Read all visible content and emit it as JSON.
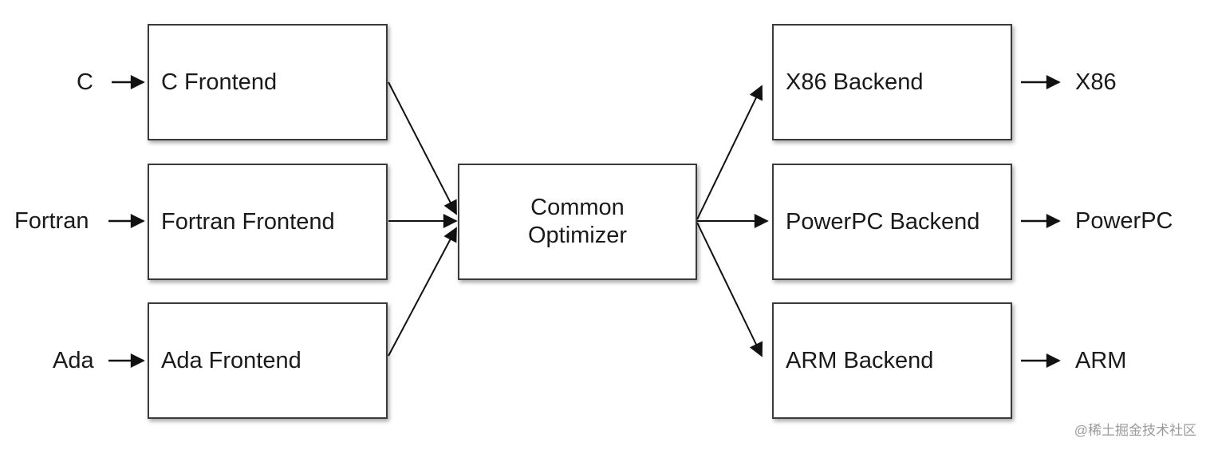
{
  "diagram": {
    "inputs": [
      "C",
      "Fortran",
      "Ada"
    ],
    "frontends": [
      "C Frontend",
      "Fortran Frontend",
      "Ada Frontend"
    ],
    "optimizer": {
      "line1": "Common",
      "line2": "Optimizer"
    },
    "backends": [
      "X86 Backend",
      "PowerPC Backend",
      "ARM Backend"
    ],
    "outputs": [
      "X86",
      "PowerPC",
      "ARM"
    ]
  },
  "watermark": "@稀土掘金技术社区"
}
